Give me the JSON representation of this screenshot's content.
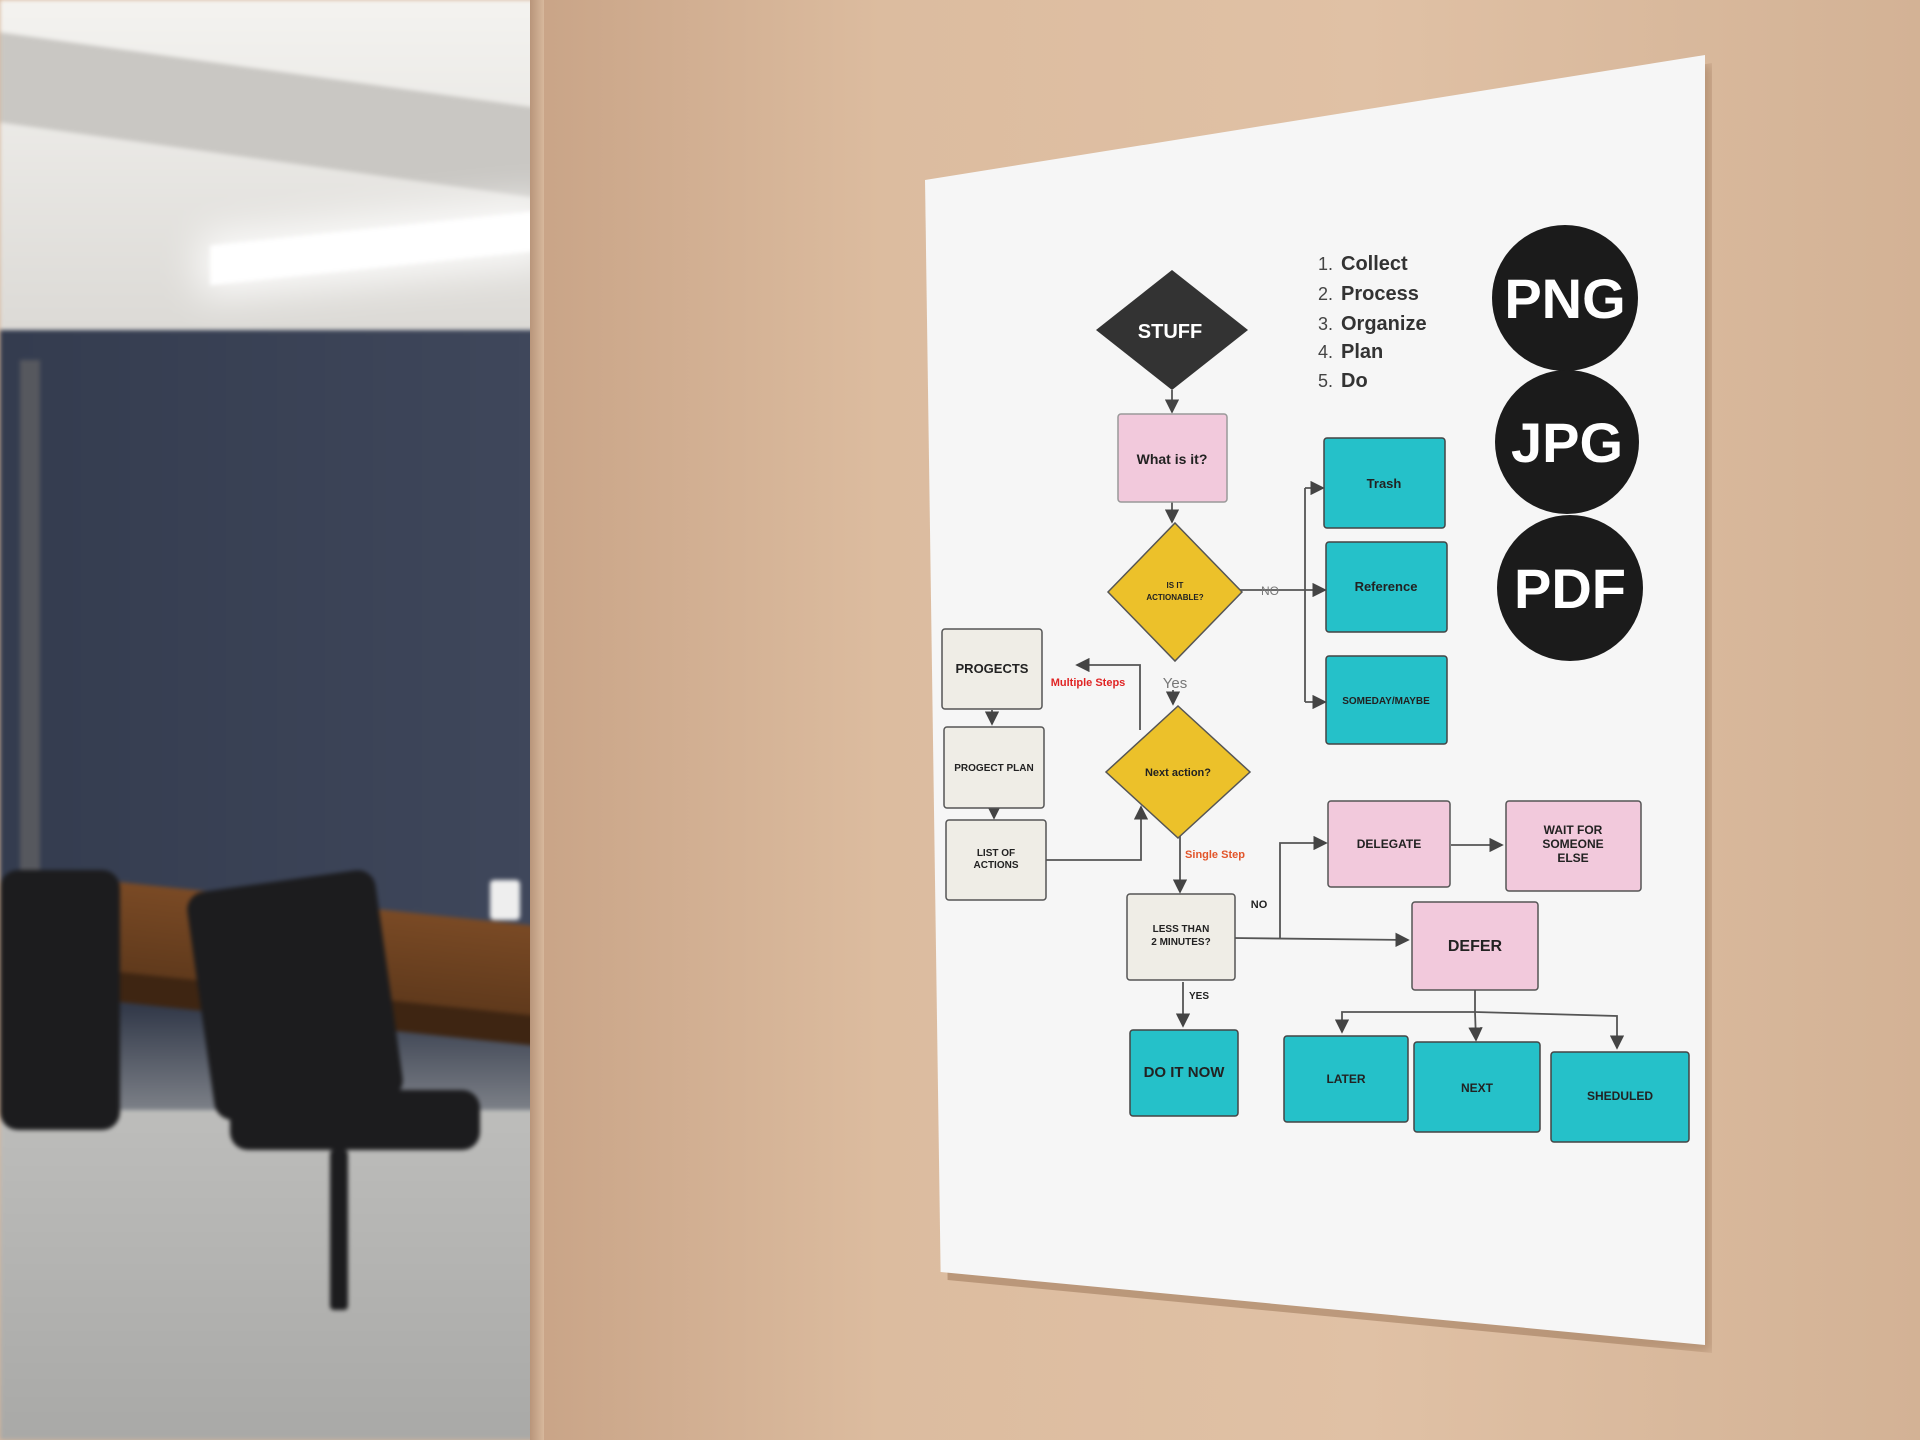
{
  "poster": {
    "steps": [
      {
        "num": "1.",
        "label": "Collect"
      },
      {
        "num": "2.",
        "label": "Process"
      },
      {
        "num": "3.",
        "label": "Organize"
      },
      {
        "num": "4.",
        "label": "Plan"
      },
      {
        "num": "5.",
        "label": "Do"
      }
    ],
    "badges": [
      "PNG",
      "JPG",
      "PDF"
    ],
    "nodes": {
      "stuff": "STUFF",
      "what_is_it": "What is it?",
      "actionable_line1": "IS IT",
      "actionable_line2": "ACTIONABLE?",
      "trash": "Trash",
      "reference": "Reference",
      "someday": "SOMEDAY/MAYBE",
      "progects": "PROGECTS",
      "progect_plan": "PROGECT PLAN",
      "list_line1": "LIST OF",
      "list_line2": "ACTIONS",
      "next_action": "Next action?",
      "less_line1": "LESS THAN",
      "less_line2": "2 MINUTES?",
      "delegate": "DELEGATE",
      "wait_line1": "WAIT FOR",
      "wait_line2": "SOMEONE",
      "wait_line3": "ELSE",
      "defer": "DEFER",
      "do_it_now": "DO IT NOW",
      "later": "LATER",
      "next": "NEXT",
      "sheduled": "SHEDULED"
    },
    "edge_labels": {
      "no_top": "NO",
      "yes": "Yes",
      "multiple_steps": "Multiple Steps",
      "single_step": "Single Step",
      "no_bottom": "NO",
      "yes_bottom": "YES"
    },
    "colors": {
      "dark": "#333333",
      "pink": "#f2c9dc",
      "yellow": "#ecc12a",
      "teal": "#25c1c9",
      "gray": "#efede6",
      "red_label": "#e02424",
      "orange_label": "#e2552a"
    }
  }
}
